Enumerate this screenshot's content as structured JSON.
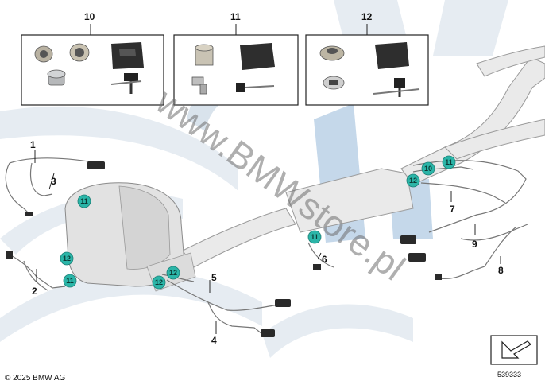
{
  "diagram": {
    "group_labels": [
      "10",
      "11",
      "12"
    ],
    "callouts": {
      "c1": "1",
      "c2": "2",
      "c3": "3",
      "c4": "4",
      "c5": "5",
      "c6": "6",
      "c7": "7",
      "c8": "8",
      "c9": "9"
    },
    "badges": [
      "11",
      "12",
      "11",
      "12",
      "12",
      "11",
      "12",
      "10",
      "11"
    ],
    "badge_color": "#2bb5a8",
    "watermark": "www.BMWstore.pl",
    "copyright": "© 2025 BMW AG",
    "diagram_number": "539333"
  }
}
